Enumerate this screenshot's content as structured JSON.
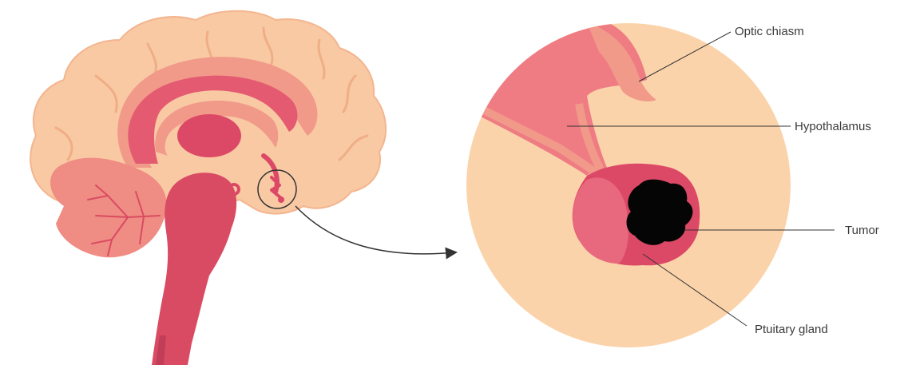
{
  "labels": {
    "optic_chiasm": "Optic chiasm",
    "hypothalamus": "Hypothalamus",
    "tumor": "Tumor",
    "pituitary_gland": "Ptuitary gland"
  },
  "colors": {
    "brain_tissue": "#f9c9a4",
    "brain_outline": "#f3b58f",
    "limbic_light": "#f19a8a",
    "limbic_mid": "#e96b78",
    "limbic_dark": "#dc4966",
    "brainstem": "#d94b63",
    "cerebellum": "#ef8c83",
    "zoom_bg": "#fbd3aa",
    "hypothalamus": "#ef7b83",
    "pituitary": "#e85c76",
    "tumor": "#050505",
    "line": "#333333"
  }
}
